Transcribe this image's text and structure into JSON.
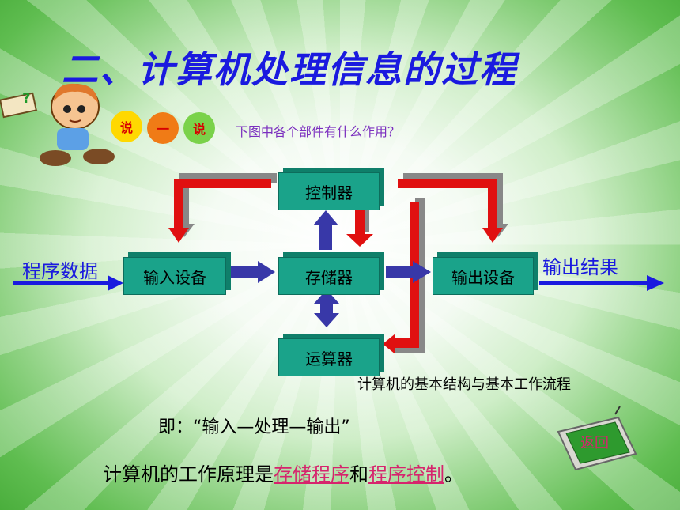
{
  "title": "二、计算机处理信息的过程",
  "badge": {
    "left": "说",
    "middle": "一",
    "right": "说"
  },
  "question": "下图中各个部件有什么作用？",
  "diagram": {
    "boxes": {
      "controller": "控制器",
      "input": "输入设备",
      "memory": "存储器",
      "output": "输出设备",
      "alu": "运算器"
    },
    "input_label": "程序数据",
    "output_label": "输出结果",
    "caption": "计算机的基本结构与基本工作流程"
  },
  "ie_line": "即：“输入—处理—输出”",
  "principle": {
    "prefix": "计算机的工作原理是",
    "term1": "存储程序",
    "conj": "和",
    "term2": "程序控制",
    "suffix": "。"
  },
  "back_button": "返回",
  "colors": {
    "title": "#1a1adf",
    "box": "#1aa38a",
    "red_arrow": "#e01010",
    "blue_arrow": "#1a1adf",
    "highlight": "#d6246d"
  }
}
